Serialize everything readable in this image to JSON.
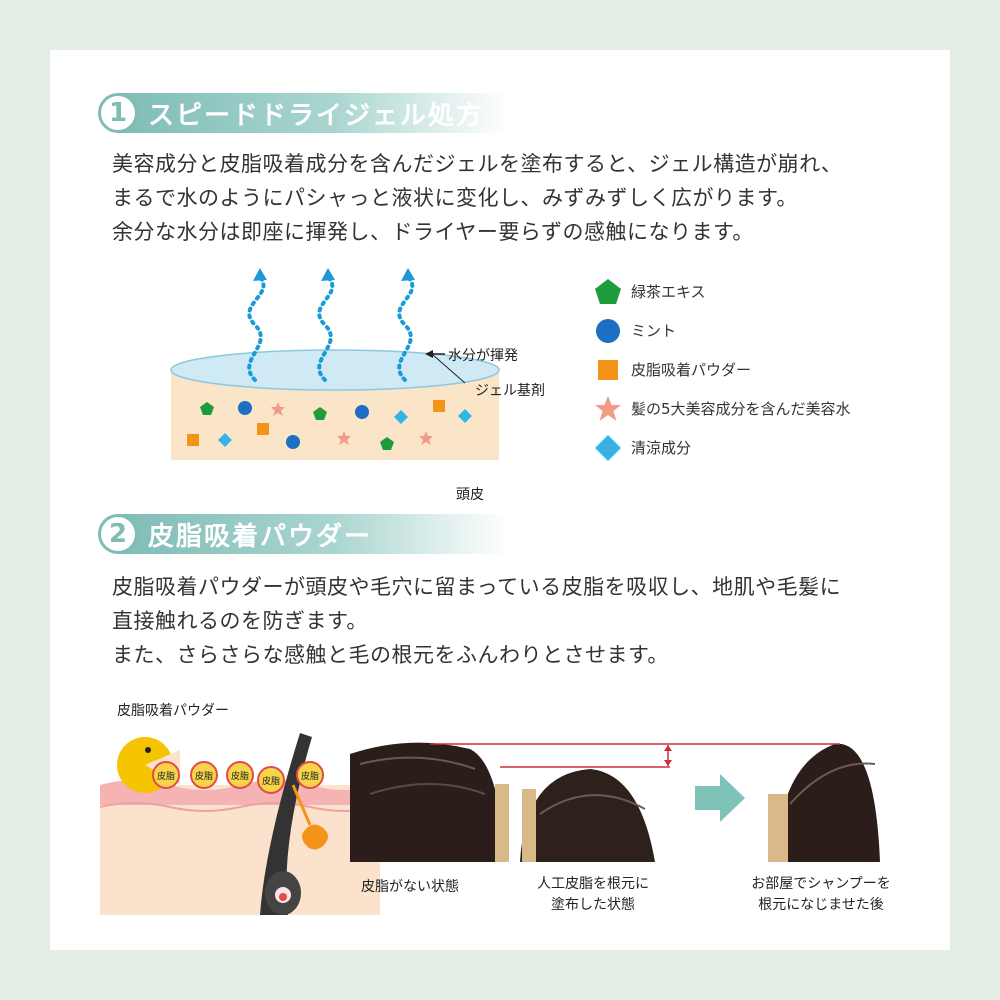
{
  "section1": {
    "number": "1",
    "title": "スピードドライジェル処方",
    "lines": [
      "美容成分と皮脂吸着成分を含んだジェルを塗布すると、ジェル構造が崩れ、",
      "まるで水のようにパシャっと液状に変化し、みずみずしく広がります。",
      "余分な水分は即座に揮発し、ドライヤー要らずの感触になります。"
    ],
    "diagram": {
      "evaporation_label": "水分が揮発",
      "gel_label": "ジェル基剤",
      "scalp_label": "頭皮"
    },
    "legend": [
      {
        "icon": "pentagon-icon",
        "color": "#1e9c3c",
        "label": "緑茶エキス"
      },
      {
        "icon": "circle-icon",
        "color": "#1d6fc4",
        "label": "ミント"
      },
      {
        "icon": "square-icon",
        "color": "#f39318",
        "label": "皮脂吸着パウダー"
      },
      {
        "icon": "star-icon",
        "color": "#f19c86",
        "label": "髪の5大美容成分を含んだ美容水"
      },
      {
        "icon": "diamond-icon",
        "color": "#35b2e6",
        "label": "清涼成分"
      }
    ]
  },
  "section2": {
    "number": "2",
    "title": "皮脂吸着パウダー",
    "lines": [
      "皮脂吸着パウダーが頭皮や毛穴に留まっている皮脂を吸収し、地肌や毛髪に",
      "直接触れるのを防ぎます。",
      "また、さらさらな感触と毛の根元をふんわりとさせます。"
    ],
    "illustration_title": "皮脂吸着パウダー",
    "sebum_label": "皮脂",
    "captions": {
      "no_sebum": "皮脂がない状態",
      "artificial_sebum": [
        "人工皮脂を根元に",
        "塗布した状態"
      ],
      "after_shampoo": [
        "お部屋でシャンプーを",
        "根元になじませた後"
      ]
    }
  },
  "colors": {
    "accent": "#7fbcb6",
    "background": "#e3eee7"
  }
}
